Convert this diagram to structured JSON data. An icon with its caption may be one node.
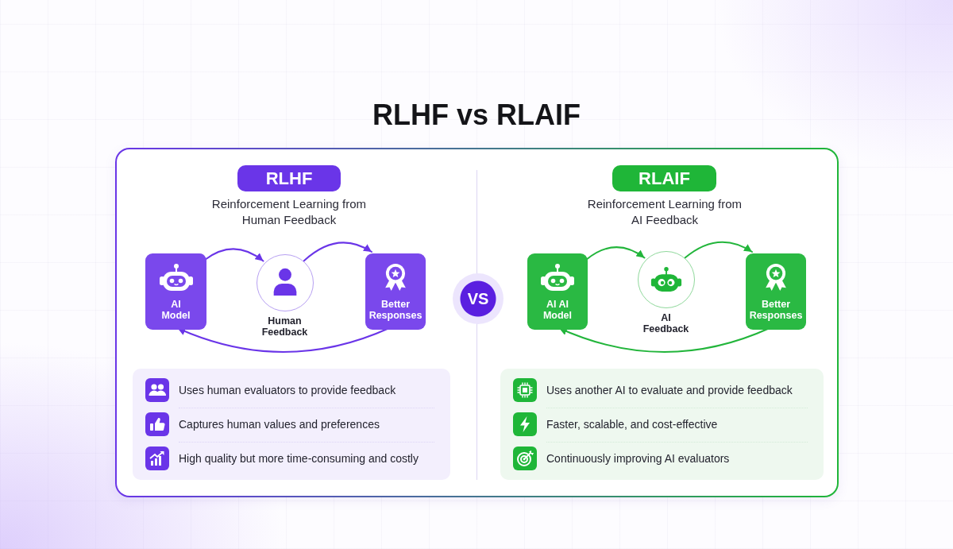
{
  "diagram": {
    "title": "RLHF vs RLAIF",
    "nodes": [
      {
        "text": [],
        "shape": "box"
      },
      {
        "text": [
          "RLHF"
        ],
        "beside": [
          "Reinforcement Learning from Human Feedback"
        ],
        "in": 0
      },
      {
        "text": [
          "AI Model"
        ],
        "in": 0
      },
      {
        "text": [
          "Human Feedback"
        ],
        "in": 0
      },
      {
        "text": [
          "Better Responses"
        ],
        "in": 0
      },
      {
        "text": [
          "Uses human evaluators to provide feedback",
          "Captures human values and preferences",
          "High quality but more time-consuming and costly"
        ],
        "in": 0
      },
      {
        "text": [
          "VS"
        ],
        "in": 0
      },
      {
        "text": [
          "RLAIF"
        ],
        "beside": [
          "Reinforcement Learning from AI Feedback"
        ],
        "in": 0
      },
      {
        "text": [
          "AI AI Model"
        ],
        "in": 0
      },
      {
        "text": [
          "AI Feedback"
        ],
        "in": 0
      },
      {
        "text": [
          "Better Responses"
        ],
        "in": 0
      },
      {
        "text": [
          "Uses another AI to evaluate and provide feedback",
          "Faster, scalable, and cost-effective",
          "Continuously improving AI evaluators"
        ],
        "in": 0
      }
    ],
    "edges": [
      {
        "from": 2,
        "to": 3,
        "arrow": "to",
        "color": "#6a35e8"
      },
      {
        "from": 3,
        "to": 4,
        "arrow": "to",
        "color": "#6a35e8"
      },
      {
        "from": 4,
        "to": 2,
        "arrow": "to",
        "color": "#6a35e8"
      },
      {
        "from": 8,
        "to": 9,
        "arrow": "to",
        "color": "#22b53b"
      },
      {
        "from": 9,
        "to": 10,
        "arrow": "to",
        "color": "#22b53b"
      },
      {
        "from": 10,
        "to": 8,
        "arrow": "to",
        "color": "#22b53b"
      }
    ]
  }
}
